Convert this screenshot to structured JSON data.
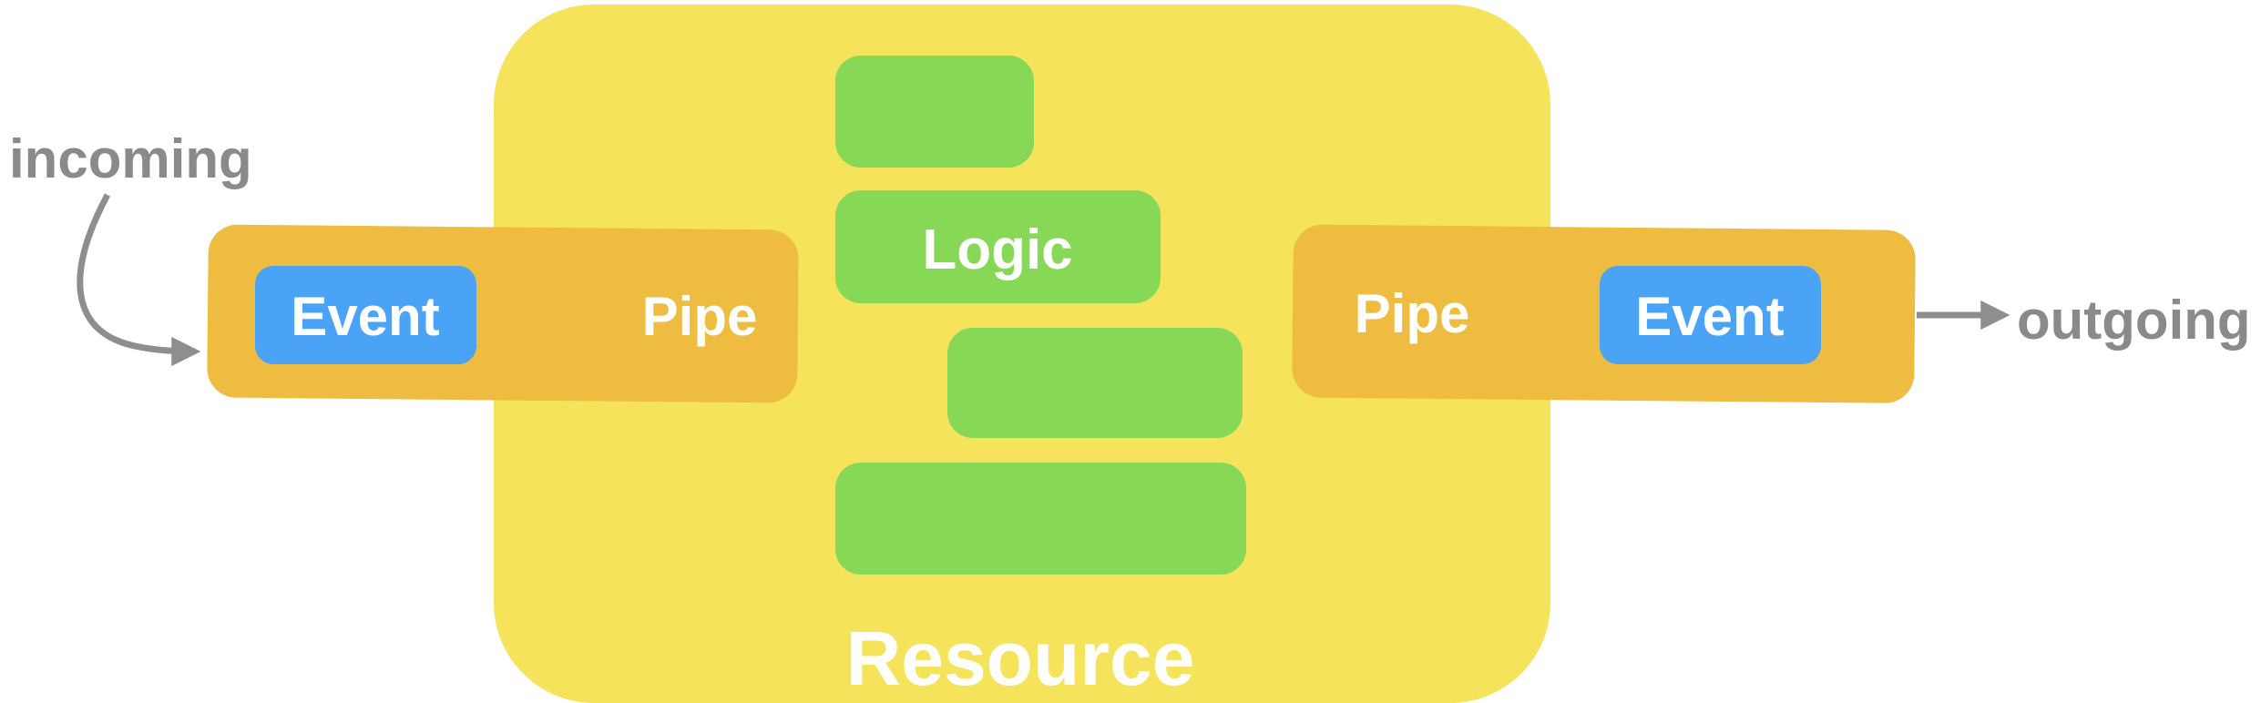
{
  "diagram": {
    "incoming_label": "incoming",
    "outgoing_label": "outgoing",
    "resource_label": "Resource",
    "logic_label": "Logic",
    "left_pipe": {
      "pipe_label": "Pipe",
      "event_label": "Event"
    },
    "right_pipe": {
      "pipe_label": "Pipe",
      "event_label": "Event"
    }
  },
  "colors": {
    "resource": "#F5E35B",
    "pipe": "#EDBC40",
    "event": "#4AA3F5",
    "logic": "#86D856",
    "arrow": "#8E8E8E",
    "label_gray": "#8A8A8A",
    "text_on_shape": "#FFFFFF"
  }
}
